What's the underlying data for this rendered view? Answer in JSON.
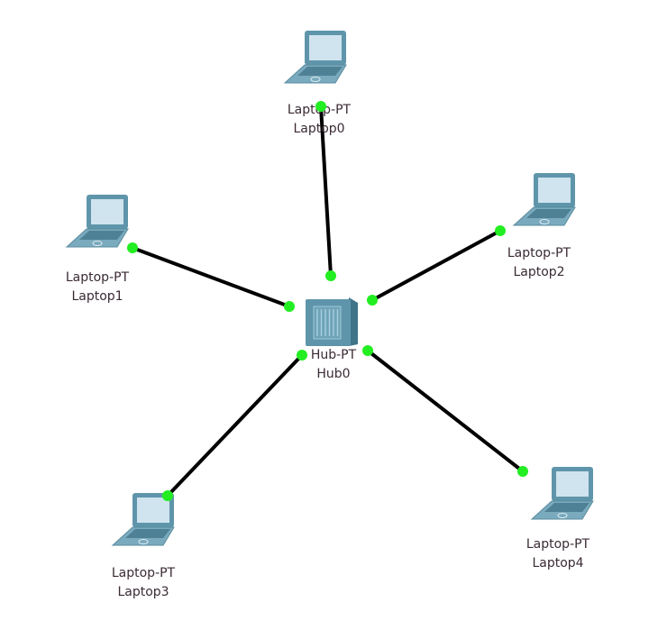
{
  "topology": {
    "devices": [
      {
        "id": "hub0",
        "type": "hub",
        "model": "Hub-PT",
        "name": "Hub0"
      },
      {
        "id": "laptop0",
        "type": "laptop",
        "model": "Laptop-PT",
        "name": "Laptop0"
      },
      {
        "id": "laptop1",
        "type": "laptop",
        "model": "Laptop-PT",
        "name": "Laptop1"
      },
      {
        "id": "laptop2",
        "type": "laptop",
        "model": "Laptop-PT",
        "name": "Laptop2"
      },
      {
        "id": "laptop3",
        "type": "laptop",
        "model": "Laptop-PT",
        "name": "Laptop3"
      },
      {
        "id": "laptop4",
        "type": "laptop",
        "model": "Laptop-PT",
        "name": "Laptop4"
      }
    ],
    "links": [
      {
        "from": "hub0",
        "to": "laptop0",
        "status": "up"
      },
      {
        "from": "hub0",
        "to": "laptop1",
        "status": "up"
      },
      {
        "from": "hub0",
        "to": "laptop2",
        "status": "up"
      },
      {
        "from": "hub0",
        "to": "laptop3",
        "status": "up"
      },
      {
        "from": "hub0",
        "to": "laptop4",
        "status": "up"
      }
    ],
    "colors": {
      "link": "#000000",
      "link_up": "#22ee22",
      "device_body": "#5f95aa",
      "device_screen": "#cfe4ef",
      "label_text": "#3a2a35"
    }
  }
}
